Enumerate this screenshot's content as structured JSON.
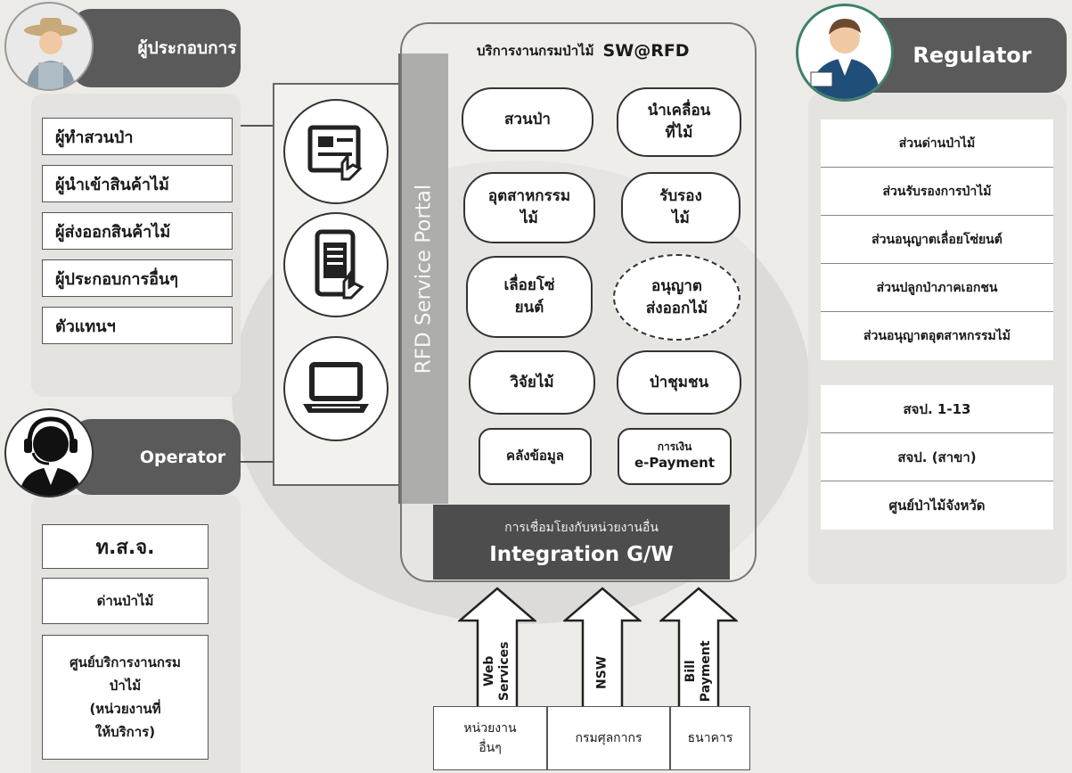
{
  "operators_panel": {
    "title": "ผู้ประกอบการ",
    "icon": "farmer-icon",
    "items": [
      "ผู้ทำสวนป่า",
      "ผู้นำเข้าสินค้าไม้",
      "ผู้ส่งออกสินค้าไม้",
      "ผู้ประกอบการอื่นๆ",
      "ตัวแทนฯ"
    ]
  },
  "operator_panel": {
    "title": "Operator",
    "icon": "headset-operator-icon",
    "items": [
      "ท.ส.จ.",
      "ด่านป่าไม้",
      "ศูนย์บริการงานกรม\nป่าไม้\n(หน่วยงานที่\nให้บริการ)"
    ]
  },
  "portal": {
    "label": "RFD Service Portal",
    "devices": [
      "kiosk-touch-icon",
      "smartphone-touch-icon",
      "laptop-icon"
    ]
  },
  "services": {
    "title": "บริการงานกรมป่าไม้",
    "title_brand": "SW@RFD",
    "items": [
      {
        "label": "สวนป่า",
        "style": "solid"
      },
      {
        "label": "นำเคลื่อน\nที่ไม้",
        "style": "solid"
      },
      {
        "label": "อุตสาหกรรม\nไม้",
        "style": "solid"
      },
      {
        "label": "รับรอง\nไม้",
        "style": "solid"
      },
      {
        "label": "เลื่อยโซ่\nยนต์",
        "style": "solid"
      },
      {
        "label": "อนุญาต\nส่งออกไม้",
        "style": "dashed"
      },
      {
        "label": "วิจัยไม้",
        "style": "solid"
      },
      {
        "label": "ป่าชุมชน",
        "style": "solid"
      },
      {
        "label": "คลังข้อมูล",
        "style": "small"
      },
      {
        "label": "การเงิน",
        "sub": "e-Payment",
        "style": "small"
      }
    ]
  },
  "gateway": {
    "subtitle": "การเชื่อมโยงกับหน่วยงานอื่น",
    "title": "Integration G/W"
  },
  "connections": [
    {
      "label": "Web\nServices",
      "target": "หน่วยงาน\nอื่นๆ"
    },
    {
      "label": "NSW",
      "target": "กรมศุลกากร"
    },
    {
      "label": "Bill\nPayment",
      "target": "ธนาคาร"
    }
  ],
  "regulator_panel": {
    "title": "Regulator",
    "icon": "regulator-person-icon",
    "group1": [
      "ส่วนด่านป่าไม้",
      "ส่วนรับรองการป่าไม้",
      "ส่วนอนุญาตเลื่อยโซ่ยนต์",
      "ส่วนปลูกป่าภาคเอกชน",
      "ส่วนอนุญาตอุตสาหกรรมไม้"
    ],
    "group2": [
      "สจป. 1-13",
      "สจป. (สาขา)",
      "ศูนย์ป่าไม้จังหวัด"
    ]
  },
  "colors": {
    "header": "#5a5a5a",
    "gateway": "#4d4d4d",
    "panel": "#e4e3e0",
    "accent_green": "#3f7f6a"
  }
}
